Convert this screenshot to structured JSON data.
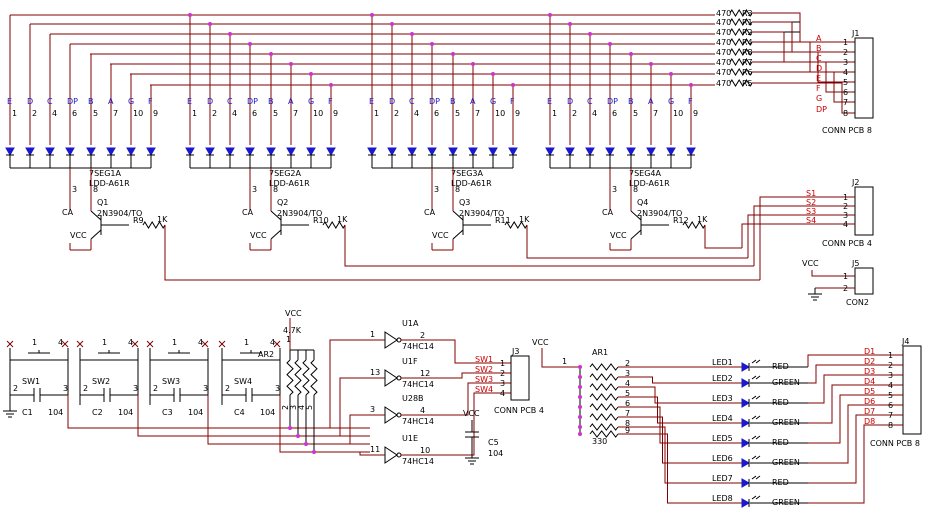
{
  "resistors_top": [
    {
      "value": "470",
      "ref": "R3"
    },
    {
      "value": "470",
      "ref": "R1"
    },
    {
      "value": "470",
      "ref": "R2"
    },
    {
      "value": "470",
      "ref": "R4"
    },
    {
      "value": "470",
      "ref": "R8"
    },
    {
      "value": "470",
      "ref": "R7"
    },
    {
      "value": "470",
      "ref": "R6"
    },
    {
      "value": "470",
      "ref": "R5"
    }
  ],
  "j1": {
    "ref": "J1",
    "name": "CONN PCB 8",
    "signals": [
      "A",
      "B",
      "C",
      "D",
      "E",
      "F",
      "G",
      "DP"
    ],
    "pins": [
      "1",
      "2",
      "3",
      "4",
      "5",
      "6",
      "7",
      "8"
    ]
  },
  "displays": [
    {
      "ref": "7SEG1A",
      "part": "LDD-A61R",
      "q": "Q1",
      "r": "R9",
      "r_val": "1K"
    },
    {
      "ref": "7SEG2A",
      "part": "LDD-A61R",
      "q": "Q2",
      "r": "R10",
      "r_val": "1K"
    },
    {
      "ref": "7SEG3A",
      "part": "LDD-A61R",
      "q": "Q3",
      "r": "R11",
      "r_val": "1K"
    },
    {
      "ref": "7SEG4A",
      "part": "LDD-A61R",
      "q": "Q4",
      "r": "R12",
      "r_val": "1K"
    }
  ],
  "seg_letters": [
    "E",
    "D",
    "C",
    "DP",
    "B",
    "A",
    "G",
    "F"
  ],
  "seg_pins": [
    "1",
    "2",
    "4",
    "6",
    "5",
    "7",
    "10",
    "9"
  ],
  "transistor": "2N3904/TO",
  "ca": "CA",
  "vcc": "VCC",
  "pin3": "3",
  "pin8": "8",
  "j2": {
    "ref": "J2",
    "name": "CONN PCB 4",
    "signals": [
      "S1",
      "S2",
      "S3",
      "S4"
    ],
    "pins": [
      "1",
      "2",
      "3",
      "4"
    ]
  },
  "j5": {
    "ref": "J5",
    "name": "CON2",
    "pins": [
      "1",
      "2"
    ]
  },
  "switches": [
    {
      "ref": "SW1",
      "cap": "C1",
      "cval": "104",
      "p1": "1",
      "p4": "4"
    },
    {
      "ref": "SW2",
      "cap": "C2",
      "cval": "104",
      "p1": "1",
      "p4": "4"
    },
    {
      "ref": "SW3",
      "cap": "C3",
      "cval": "104",
      "p1": "1",
      "p4": "4"
    },
    {
      "ref": "SW4",
      "cap": "C4",
      "cval": "104",
      "p1": "1",
      "p4": "4"
    }
  ],
  "sw_pin2": "2",
  "sw_pin3": "3",
  "ar2": {
    "ref": "AR2",
    "val": "4.7K",
    "pins": [
      "2",
      "3",
      "4",
      "5"
    ],
    "pin1": "1"
  },
  "inverters": [
    {
      "ref": "U1A",
      "part": "74HC14",
      "in": "1",
      "out": "2"
    },
    {
      "ref": "U1F",
      "part": "74HC14",
      "in": "13",
      "out": "12"
    },
    {
      "ref": "U28B",
      "part": "74HC14",
      "in": "3",
      "out": "4"
    },
    {
      "ref": "U1E",
      "part": "74HC14",
      "in": "11",
      "out": "10"
    }
  ],
  "j3": {
    "ref": "J3",
    "name": "CONN PCB 4",
    "signals": [
      "SW1",
      "SW2",
      "SW3",
      "SW4"
    ],
    "pins": [
      "1",
      "2",
      "3",
      "4"
    ]
  },
  "c5": {
    "ref": "C5",
    "val": "104"
  },
  "ar1": {
    "ref": "AR1",
    "val": "330",
    "pin1": "1",
    "pins": [
      "2",
      "3",
      "4",
      "5",
      "6",
      "7",
      "8",
      "9"
    ]
  },
  "leds": [
    {
      "ref": "LED1",
      "color": "RED"
    },
    {
      "ref": "LED2",
      "color": "GREEN"
    },
    {
      "ref": "LED3",
      "color": "RED"
    },
    {
      "ref": "LED4",
      "color": "GREEN"
    },
    {
      "ref": "LED5",
      "color": "RED"
    },
    {
      "ref": "LED6",
      "color": "GREEN"
    },
    {
      "ref": "LED7",
      "color": "RED"
    },
    {
      "ref": "LED8",
      "color": "GREEN"
    }
  ],
  "j4": {
    "ref": "J4",
    "name": "CONN PCB 8",
    "signals": [
      "D1",
      "D2",
      "D3",
      "D4",
      "D5",
      "D6",
      "D7",
      "D8"
    ],
    "pins": [
      "1",
      "2",
      "3",
      "4",
      "5",
      "6",
      "7",
      "8"
    ]
  }
}
